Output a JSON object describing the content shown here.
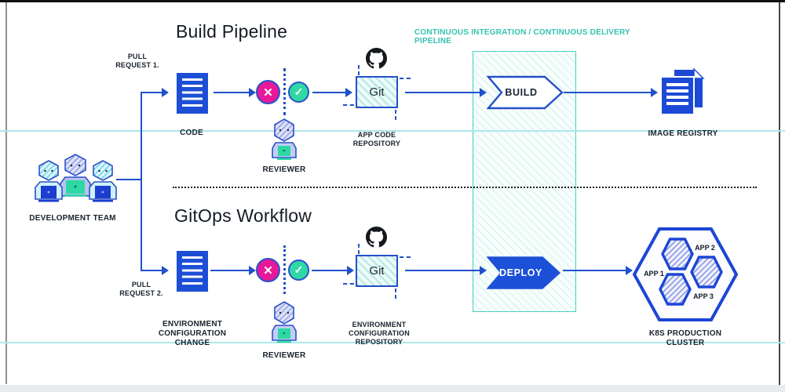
{
  "header": {
    "build_title": "Build Pipeline",
    "gitops_title": "GitOps Workflow",
    "cicd_label": "CONTINUOUS INTEGRATION / CONTINUOUS DELIVERY PIPELINE"
  },
  "left": {
    "team_label": "DEVELOPMENT TEAM"
  },
  "build_row": {
    "pull_label_1": "PULL",
    "pull_label_2": "REQUEST 1.",
    "doc_label": "CODE",
    "reviewer_label": "REVIEWER",
    "git_text": "Git",
    "repo_label_1": "APP  CODE",
    "repo_label_2": "REPOSITORY",
    "stage_label": "BUILD",
    "output_label": "IMAGE REGISTRY"
  },
  "gitops_row": {
    "pull_label_1": "PULL",
    "pull_label_2": "REQUEST 2.",
    "doc_label_1": "ENVIRONMENT",
    "doc_label_2": "CONFIGURATION",
    "doc_label_3": "CHANGE",
    "reviewer_label": "REVIEWER",
    "git_text": "Git",
    "repo_label_1": "ENVIRONMENT",
    "repo_label_2": "CONFIGURATION",
    "repo_label_3": "REPOSITORY",
    "stage_label": "DEPLOY",
    "cluster_label_1": "K8S PRODUCTION",
    "cluster_label_2": "CLUSTER",
    "apps": [
      "APP 1",
      "APP 2",
      "APP 3"
    ]
  },
  "icons": {
    "x_glyph": "✕",
    "check_glyph": "✓"
  },
  "colors": {
    "primary_blue": "#1d4fd6",
    "line_blue": "#2051cc",
    "magenta": "#e8189b",
    "green": "#30d9a4",
    "teal": "#35c2b2",
    "pale_cyan": "#abe9eb"
  }
}
